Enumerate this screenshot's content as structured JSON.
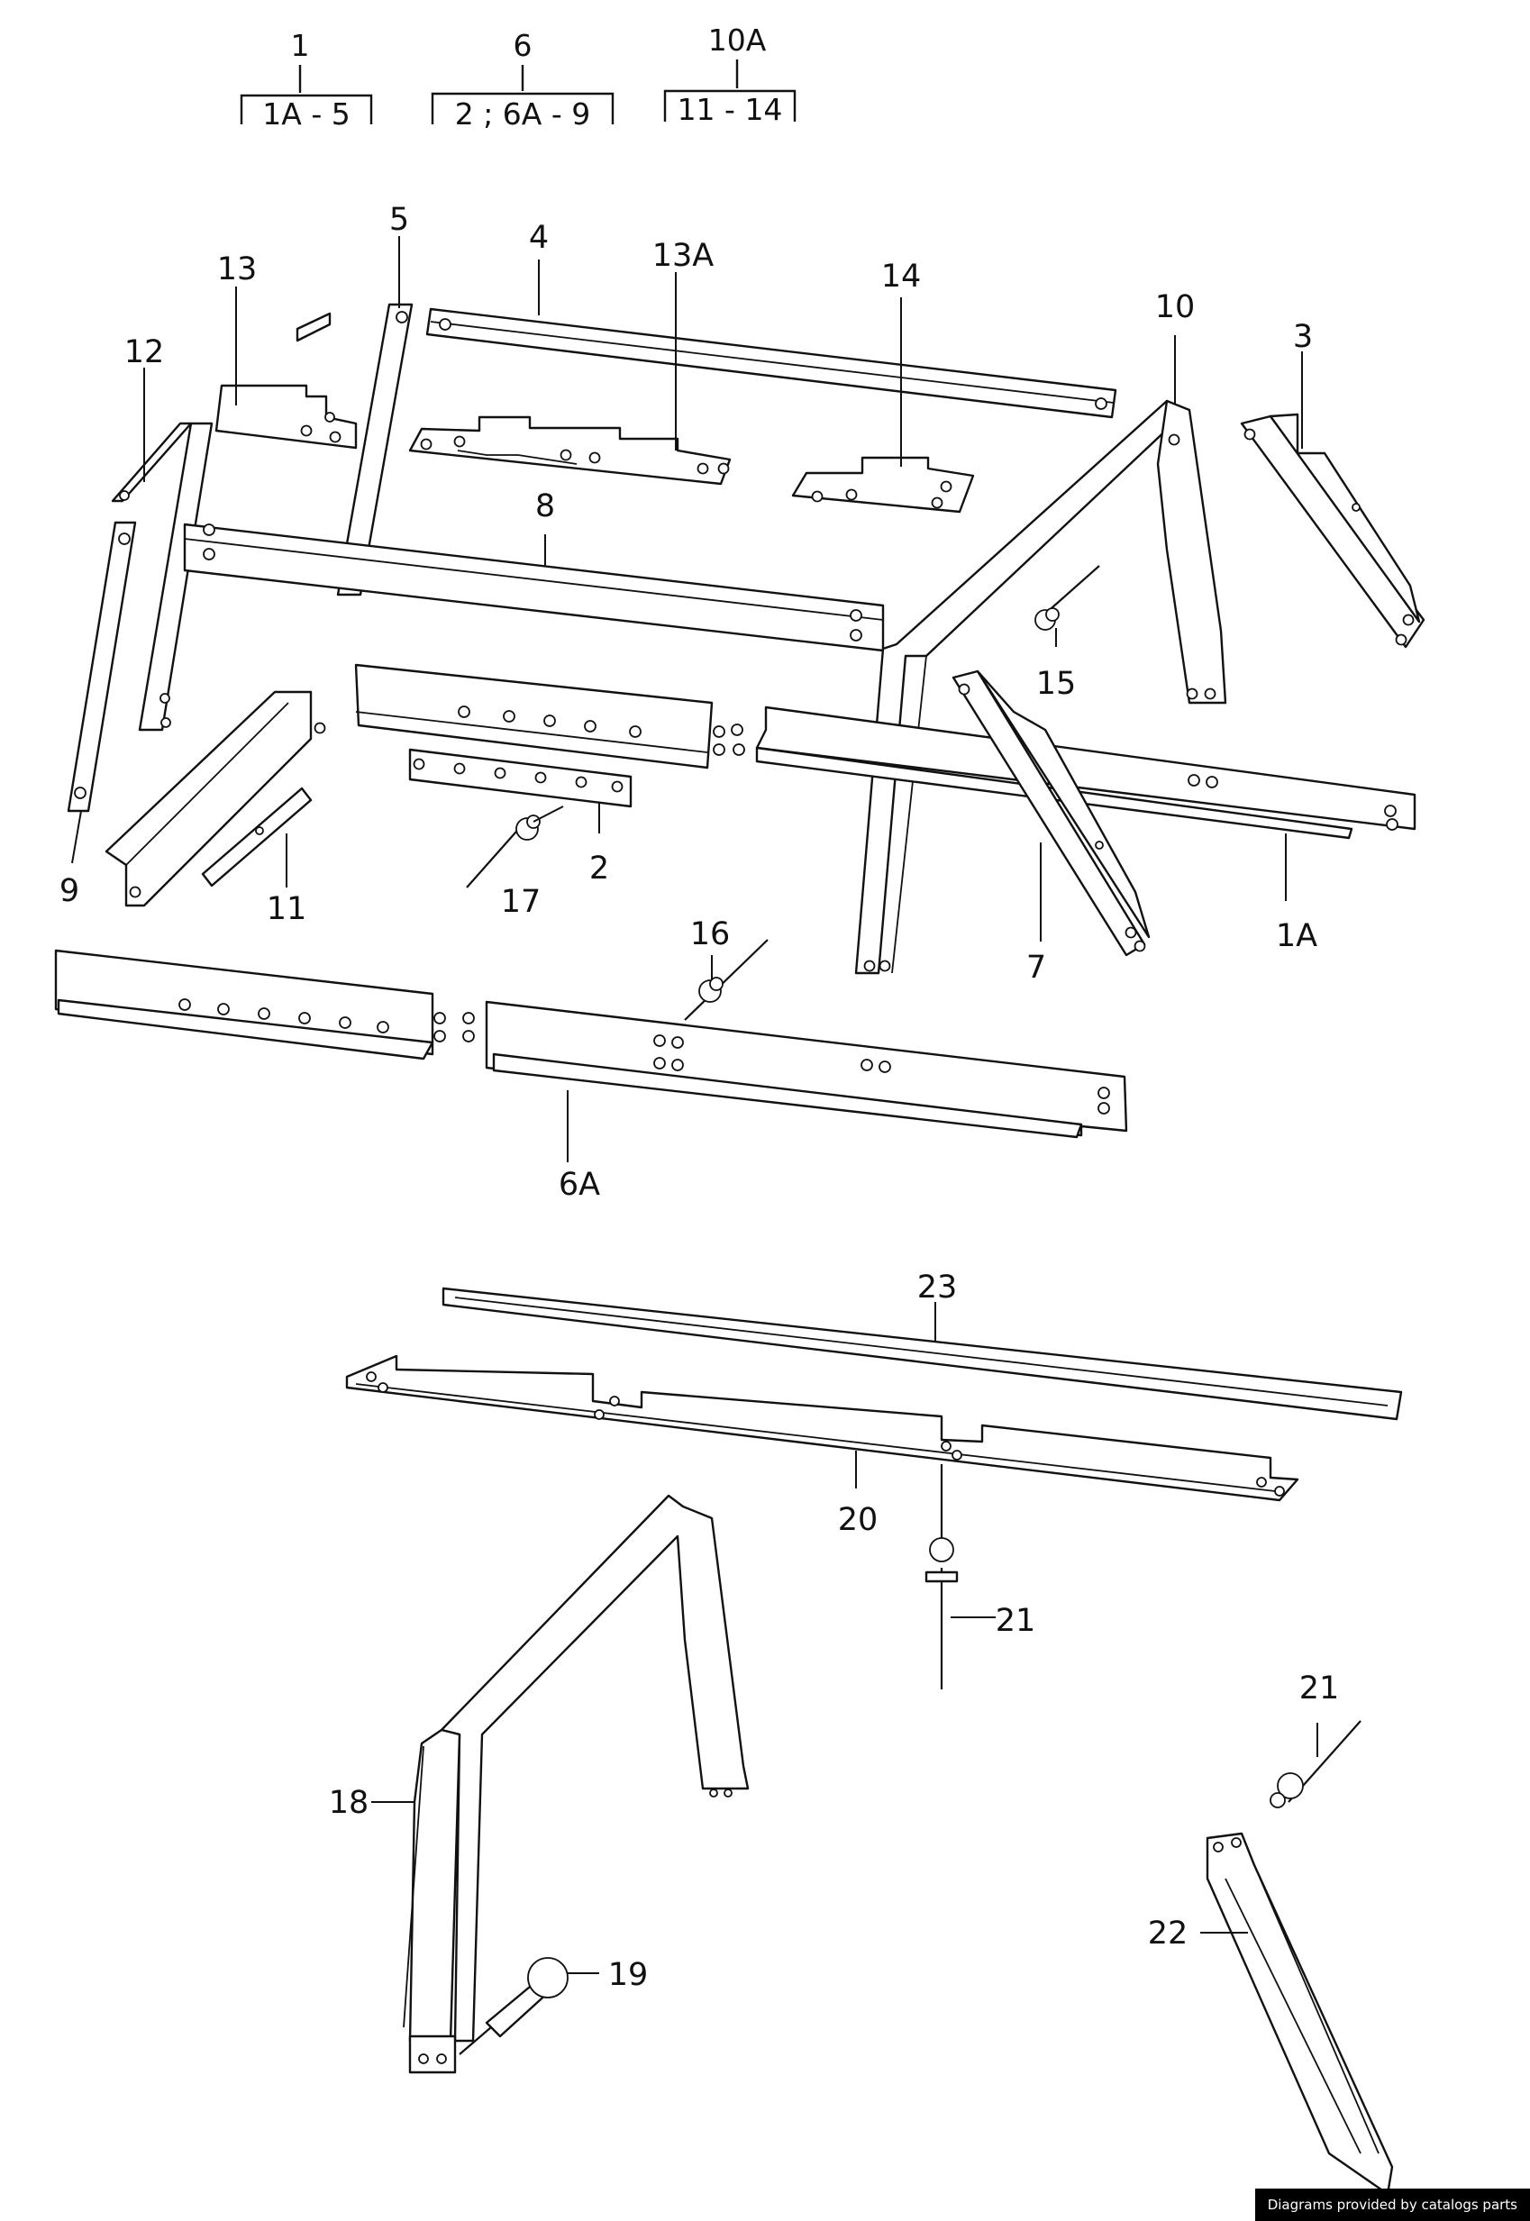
{
  "groups": [
    {
      "parent": "1",
      "members": "1A - 5"
    },
    {
      "parent": "6",
      "members": "2 ; 6A - 9"
    },
    {
      "parent": "10A",
      "members": "11 - 14"
    }
  ],
  "callouts": {
    "c1A": "1A",
    "c2": "2",
    "c3": "3",
    "c4": "4",
    "c5": "5",
    "c6A": "6A",
    "c7": "7",
    "c8": "8",
    "c9": "9",
    "c10": "10",
    "c11": "11",
    "c12": "12",
    "c13": "13",
    "c13A": "13A",
    "c14": "14",
    "c15": "15",
    "c16": "16",
    "c17": "17",
    "c18": "18",
    "c19": "19",
    "c20": "20",
    "c21a": "21",
    "c21b": "21",
    "c22": "22",
    "c23": "23"
  },
  "footer": {
    "credit": "Diagrams provided by catalogs parts"
  },
  "colors": {
    "line": "#111111",
    "background": "#ffffff",
    "credit_bg": "#000000",
    "credit_text": "#ffffff"
  }
}
